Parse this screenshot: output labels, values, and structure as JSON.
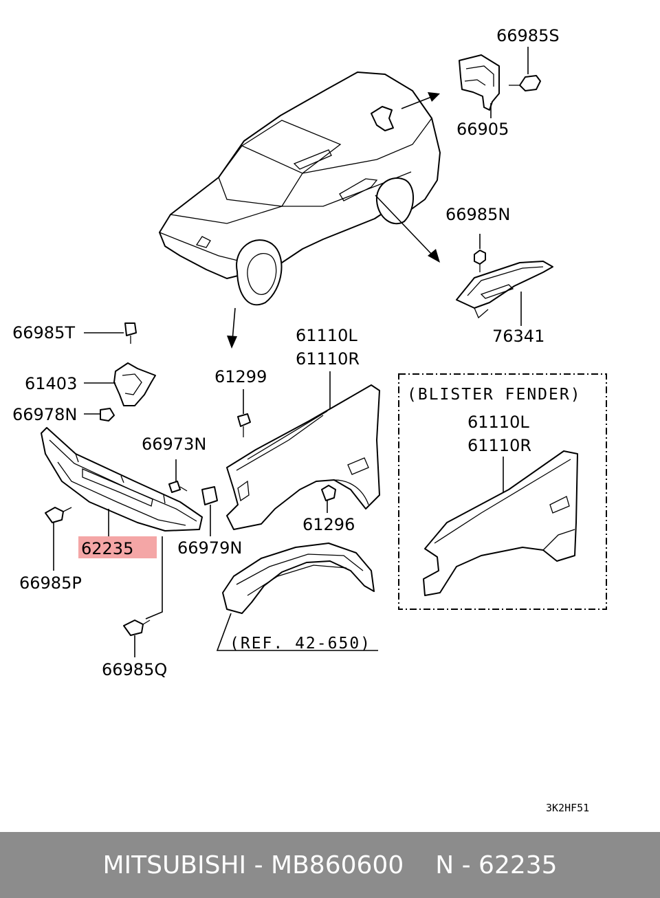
{
  "labels": {
    "p66985S": "66985S",
    "p66905": "66905",
    "p66985N": "66985N",
    "p76341": "76341",
    "p66985T": "66985T",
    "p61403": "61403",
    "p66978N": "66978N",
    "p61299": "61299",
    "p61110L": "61110L",
    "p61110R": "61110R",
    "p66973N": "66973N",
    "p66979N": "66979N",
    "p61296": "61296",
    "p62235": "62235",
    "p66985P": "66985P",
    "p66985Q": "66985Q",
    "ref": "(REF. 42-650)",
    "blister_title": "(BLISTER FENDER)",
    "blister_61110L": "61110L",
    "blister_61110R": "61110R"
  },
  "diagram_code": "3K2HF51",
  "footer": {
    "left": "MITSUBISHI - MB860600",
    "right": "N - 62235"
  },
  "colors": {
    "highlight": "#f4a6a6",
    "footer_bg": "#8c8c8c",
    "footer_text": "#ffffff"
  }
}
